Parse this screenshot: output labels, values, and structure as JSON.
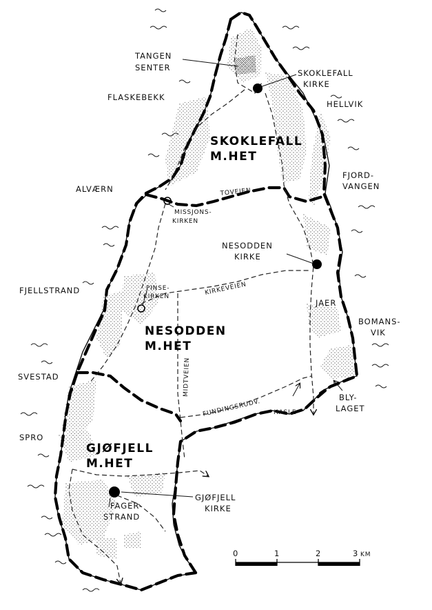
{
  "map": {
    "parishes": {
      "skoklefall": [
        "SKOKLEFALL",
        "M.HET"
      ],
      "nesodden": [
        "NESODDEN",
        "M.HET"
      ],
      "gjofjell": [
        "GJØFJELL",
        "M.HET"
      ]
    },
    "places": {
      "tangen_senter": [
        "TANGEN",
        "SENTER"
      ],
      "flaskebekk": "FLASKEBEKK",
      "hellvik": "HELLVIK",
      "skoklefall_kirke": [
        "SKOKLEFALL",
        "KIRKE"
      ],
      "alvaern": "ALVÆRN",
      "fjordvangen": [
        "FJORD-",
        "VANGEN"
      ],
      "missionskirken": [
        "MISSJONS-",
        "KIRKEN"
      ],
      "nesodden_kirke": [
        "NESODDEN",
        "KIRKE"
      ],
      "fjellstrand": "FJELLSTRAND",
      "pinsekirken": [
        "PINSE-",
        "KIRKEN"
      ],
      "jaer": "JAER",
      "bomansvik": [
        "BOMANS-",
        "VIK"
      ],
      "svestad": "SVESTAD",
      "blylaget": [
        "BLY-",
        "LAGET"
      ],
      "hasle": "HASLE",
      "spro": "SPRO",
      "gjofjell_kirke": [
        "GJØFJELL",
        "KIRKE"
      ],
      "fagerstrand": [
        "FAGER-",
        "STRAND"
      ]
    },
    "roads": {
      "toveien": "TOVEIEN",
      "kirkeveien": "KIRKEVEIEN",
      "midtveien": "MIDTVEIEN",
      "fundingsrudv": "FUNDINGSRUDV."
    },
    "scale": {
      "ticks": [
        "0",
        "1",
        "2",
        "3"
      ],
      "unit": "KM"
    }
  }
}
